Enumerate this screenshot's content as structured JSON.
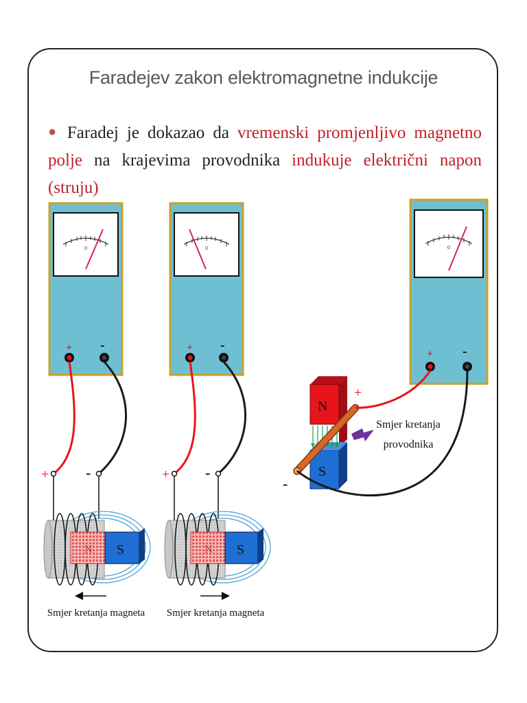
{
  "title": "Faradejev zakon elektromagnetne indukcije",
  "bullet": {
    "p1": "Faradej je dokazao da",
    "p2": "vremenski promjenljivo magnetno polje",
    "p3": "na krajevima provodnika",
    "p4": "indukuje električni napon (struju)"
  },
  "meters": {
    "zero_label": "0",
    "plus_label": "+",
    "minus_label": "-"
  },
  "experiments": {
    "coil1": {
      "magnet_n": "N",
      "magnet_s": "S",
      "caption": "Smjer kretanja magneta",
      "plus": "+",
      "minus": "-"
    },
    "coil2": {
      "magnet_n": "N",
      "magnet_s": "S",
      "caption": "Smjer kretanja magneta",
      "plus": "+",
      "minus": "-"
    },
    "rod": {
      "magnet_n": "N",
      "magnet_s": "S",
      "caption_line1": "Smjer kretanja",
      "caption_line2": "provodnika",
      "plus": "+",
      "minus": "-"
    }
  },
  "colors": {
    "meter_body": "#6fbfd3",
    "meter_border": "#c9a227",
    "wire_red": "#e8141b",
    "wire_black": "#1a1a1a",
    "magnet_red": "#e8141b",
    "magnet_blue": "#1f6ed4",
    "rod_orange": "#d9672a",
    "arrow_purple": "#7030a0",
    "accent_text": "#c0202a"
  }
}
